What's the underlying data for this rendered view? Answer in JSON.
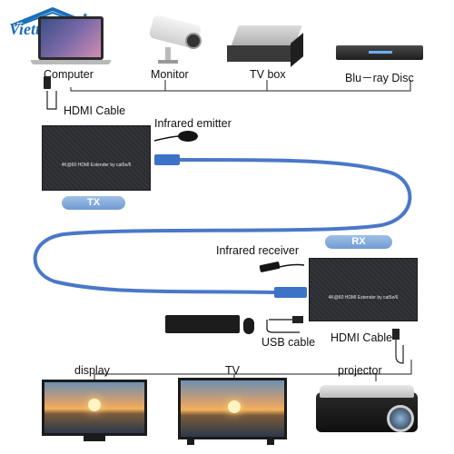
{
  "logo": {
    "text": "Viettech",
    "color": "#1b6fb8"
  },
  "sources": [
    {
      "label": "Computer"
    },
    {
      "label": "Monitor"
    },
    {
      "label": "TV box"
    },
    {
      "label": "Blu－ray Disc"
    }
  ],
  "tx_side": {
    "hdmi_label": "HDMI Cable",
    "ir_label": "Infrared emitter",
    "badge": "TX",
    "device_text": "4K@60 HDMI Extender by cat5e/6"
  },
  "rx_side": {
    "ir_label": "Infrared receiver",
    "badge": "RX",
    "device_text": "4K@60 HDMI Extender by cat5e/6",
    "usb_label": "USB cable",
    "hdmi_label": "HDMI Cable"
  },
  "displays": [
    {
      "label": "display"
    },
    {
      "label": "TV"
    },
    {
      "label": "projector"
    }
  ],
  "colors": {
    "cable": "#4a78c8",
    "badge": "#7aa5da",
    "device": "#2f3033"
  }
}
